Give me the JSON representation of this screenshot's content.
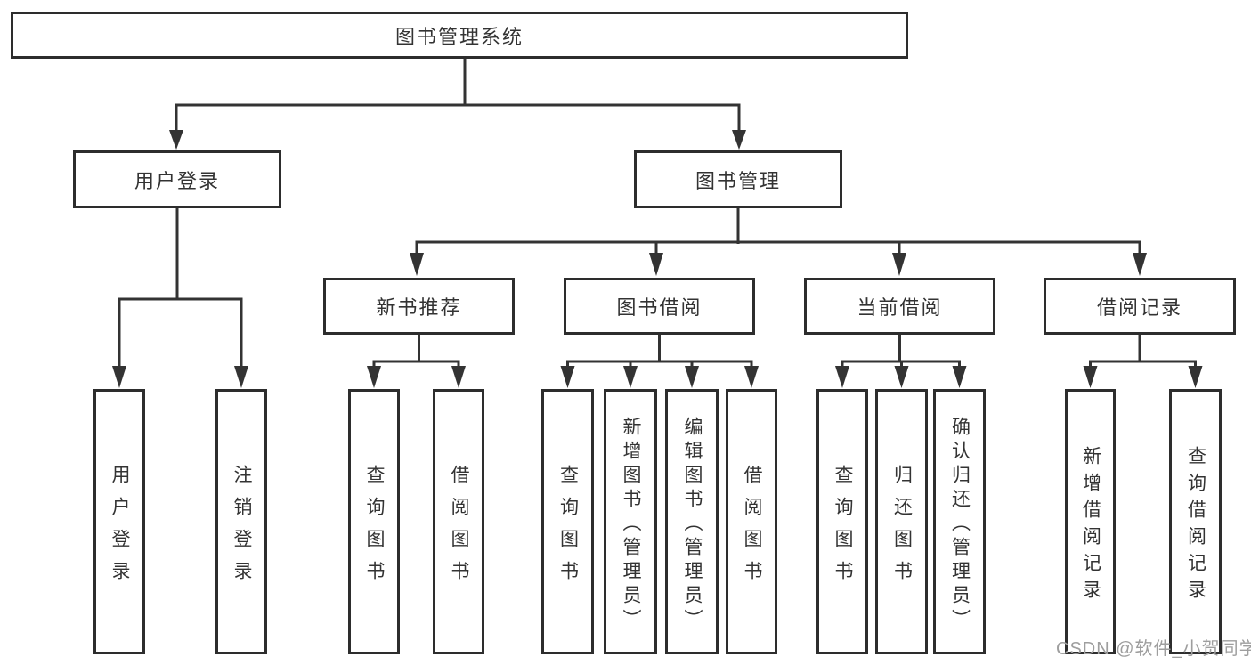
{
  "colors": {
    "line": "#333333",
    "border": "#2d2d2d",
    "fill": "#ffffff",
    "text": "#333333",
    "watermark": "#9e9e9e",
    "bg": "#ffffff"
  },
  "tree": {
    "root": {
      "label": "图书管理系统"
    },
    "login": {
      "label": "用户登录",
      "children": [
        {
          "label": "用户登录"
        },
        {
          "label": "注销登录"
        }
      ]
    },
    "management": {
      "label": "图书管理",
      "children": [
        {
          "label": "新书推荐",
          "children": [
            {
              "label": "查询图书"
            },
            {
              "label": "借阅图书"
            }
          ]
        },
        {
          "label": "图书借阅",
          "children": [
            {
              "label": "查询图书"
            },
            {
              "label": "新增图书（管理员）"
            },
            {
              "label": "编辑图书（管理员）"
            },
            {
              "label": "借阅图书"
            }
          ]
        },
        {
          "label": "当前借阅",
          "children": [
            {
              "label": "查询图书"
            },
            {
              "label": "归还图书"
            },
            {
              "label": "确认归还（管理员）"
            }
          ]
        },
        {
          "label": "借阅记录",
          "children": [
            {
              "label": "新增借阅记录"
            },
            {
              "label": "查询借阅记录"
            }
          ]
        }
      ]
    }
  },
  "watermark": {
    "text": "CSDN @软件_小贺同学"
  }
}
